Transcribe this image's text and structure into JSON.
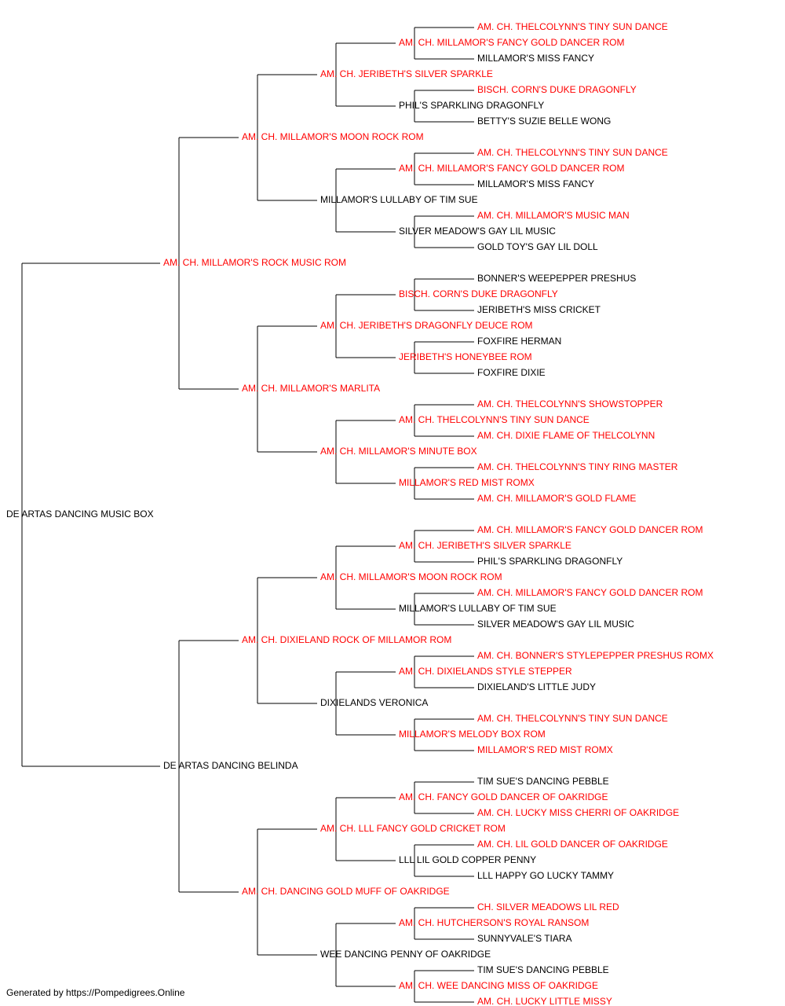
{
  "colors": {
    "titled": "#ff0000",
    "untitled": "#000000",
    "lines": "#000000"
  },
  "pedigree": {
    "name": "DE ARTAS DANCING MUSIC BOX",
    "titled": false,
    "sire": {
      "name": "AM. CH. MILLAMOR'S ROCK MUSIC ROM",
      "titled": true,
      "sire": {
        "name": "AM. CH. MILLAMOR'S MOON ROCK ROM",
        "titled": true,
        "sire": {
          "name": "AM. CH. JERIBETH'S SILVER SPARKLE",
          "titled": true,
          "sire": {
            "name": "AM. CH. MILLAMOR'S FANCY GOLD DANCER ROM",
            "titled": true,
            "sire": {
              "name": "AM. CH. THELCOLYNN'S TINY SUN DANCE",
              "titled": true
            },
            "dam": {
              "name": "MILLAMOR'S MISS FANCY",
              "titled": false
            }
          },
          "dam": {
            "name": "PHIL'S SPARKLING DRAGONFLY",
            "titled": false,
            "sire": {
              "name": "BISCH. CORN'S DUKE DRAGONFLY",
              "titled": true
            },
            "dam": {
              "name": "BETTY'S SUZIE BELLE WONG",
              "titled": false
            }
          }
        },
        "dam": {
          "name": "MILLAMOR'S LULLABY OF TIM SUE",
          "titled": false,
          "sire": {
            "name": "AM. CH. MILLAMOR'S FANCY GOLD DANCER ROM",
            "titled": true,
            "sire": {
              "name": "AM. CH. THELCOLYNN'S TINY SUN DANCE",
              "titled": true
            },
            "dam": {
              "name": "MILLAMOR'S MISS FANCY",
              "titled": false
            }
          },
          "dam": {
            "name": "SILVER MEADOW'S GAY LIL MUSIC",
            "titled": false,
            "sire": {
              "name": "AM. CH. MILLAMOR'S MUSIC MAN",
              "titled": true
            },
            "dam": {
              "name": "GOLD TOY'S GAY LIL DOLL",
              "titled": false
            }
          }
        }
      },
      "dam": {
        "name": "AM. CH. MILLAMOR'S MARLITA",
        "titled": true,
        "sire": {
          "name": "AM. CH. JERIBETH'S DRAGONFLY DEUCE ROM",
          "titled": true,
          "sire": {
            "name": "BISCH. CORN'S DUKE DRAGONFLY",
            "titled": true,
            "sire": {
              "name": "BONNER'S WEEPEPPER PRESHUS",
              "titled": false
            },
            "dam": {
              "name": "JERIBETH'S MISS CRICKET",
              "titled": false
            }
          },
          "dam": {
            "name": "JERIBETH'S HONEYBEE ROM",
            "titled": true,
            "sire": {
              "name": "FOXFIRE HERMAN",
              "titled": false
            },
            "dam": {
              "name": "FOXFIRE DIXIE",
              "titled": false
            }
          }
        },
        "dam": {
          "name": "AM. CH. MILLAMOR'S MINUTE BOX",
          "titled": true,
          "sire": {
            "name": "AM. CH. THELCOLYNN'S TINY SUN DANCE",
            "titled": true,
            "sire": {
              "name": "AM. CH. THELCOLYNN'S SHOWSTOPPER",
              "titled": true
            },
            "dam": {
              "name": "AM. CH. DIXIE FLAME OF THELCOLYNN",
              "titled": true
            }
          },
          "dam": {
            "name": "MILLAMOR'S RED MIST ROMX",
            "titled": true,
            "sire": {
              "name": "AM. CH. THELCOLYNN'S TINY RING MASTER",
              "titled": true
            },
            "dam": {
              "name": "AM. CH. MILLAMOR'S GOLD FLAME",
              "titled": true
            }
          }
        }
      }
    },
    "dam": {
      "name": "DE ARTAS DANCING BELINDA",
      "titled": false,
      "sire": {
        "name": "AM. CH. DIXIELAND ROCK OF MILLAMOR ROM",
        "titled": true,
        "sire": {
          "name": "AM. CH. MILLAMOR'S MOON ROCK ROM",
          "titled": true,
          "sire": {
            "name": "AM. CH. JERIBETH'S SILVER SPARKLE",
            "titled": true,
            "sire": {
              "name": "AM. CH. MILLAMOR'S FANCY GOLD DANCER ROM",
              "titled": true
            },
            "dam": {
              "name": "PHIL'S SPARKLING DRAGONFLY",
              "titled": false
            }
          },
          "dam": {
            "name": "MILLAMOR'S LULLABY OF TIM SUE",
            "titled": false,
            "sire": {
              "name": "AM. CH. MILLAMOR'S FANCY GOLD DANCER ROM",
              "titled": true
            },
            "dam": {
              "name": "SILVER MEADOW'S GAY LIL MUSIC",
              "titled": false
            }
          }
        },
        "dam": {
          "name": "DIXIELANDS VERONICA",
          "titled": false,
          "sire": {
            "name": "AM. CH. DIXIELANDS STYLE STEPPER",
            "titled": true,
            "sire": {
              "name": "AM. CH. BONNER'S STYLEPEPPER PRESHUS ROMX",
              "titled": true
            },
            "dam": {
              "name": "DIXIELAND'S LITTLE JUDY",
              "titled": false
            }
          },
          "dam": {
            "name": "MILLAMOR'S MELODY BOX ROM",
            "titled": true,
            "sire": {
              "name": "AM. CH. THELCOLYNN'S TINY SUN DANCE",
              "titled": true
            },
            "dam": {
              "name": "MILLAMOR'S RED MIST ROMX",
              "titled": true
            }
          }
        }
      },
      "dam": {
        "name": "AM. CH. DANCING GOLD MUFF OF OAKRIDGE",
        "titled": true,
        "sire": {
          "name": "AM. CH. LLL FANCY GOLD CRICKET ROM",
          "titled": true,
          "sire": {
            "name": "AM. CH. FANCY GOLD DANCER OF OAKRIDGE",
            "titled": true,
            "sire": {
              "name": "TIM SUE'S DANCING PEBBLE",
              "titled": false
            },
            "dam": {
              "name": "AM. CH. LUCKY MISS CHERRI OF OAKRIDGE",
              "titled": true
            }
          },
          "dam": {
            "name": "LLL LIL GOLD COPPER PENNY",
            "titled": false,
            "sire": {
              "name": "AM. CH. LIL GOLD DANCER OF OAKRIDGE",
              "titled": true
            },
            "dam": {
              "name": "LLL HAPPY GO LUCKY TAMMY",
              "titled": false
            }
          }
        },
        "dam": {
          "name": "WEE DANCING PENNY OF OAKRIDGE",
          "titled": false,
          "sire": {
            "name": "AM. CH. HUTCHERSON'S ROYAL RANSOM",
            "titled": true,
            "sire": {
              "name": "CH. SILVER MEADOWS LIL RED",
              "titled": true
            },
            "dam": {
              "name": "SUNNYVALE'S TIARA",
              "titled": false
            }
          },
          "dam": {
            "name": "AM. CH. WEE DANCING MISS OF OAKRIDGE",
            "titled": true,
            "sire": {
              "name": "TIM SUE'S DANCING PEBBLE",
              "titled": false
            },
            "dam": {
              "name": "AM. CH. LUCKY LITTLE MISSY",
              "titled": true
            }
          }
        }
      }
    }
  },
  "footer": {
    "text": "Generated by https://Pompedigrees.Online"
  }
}
